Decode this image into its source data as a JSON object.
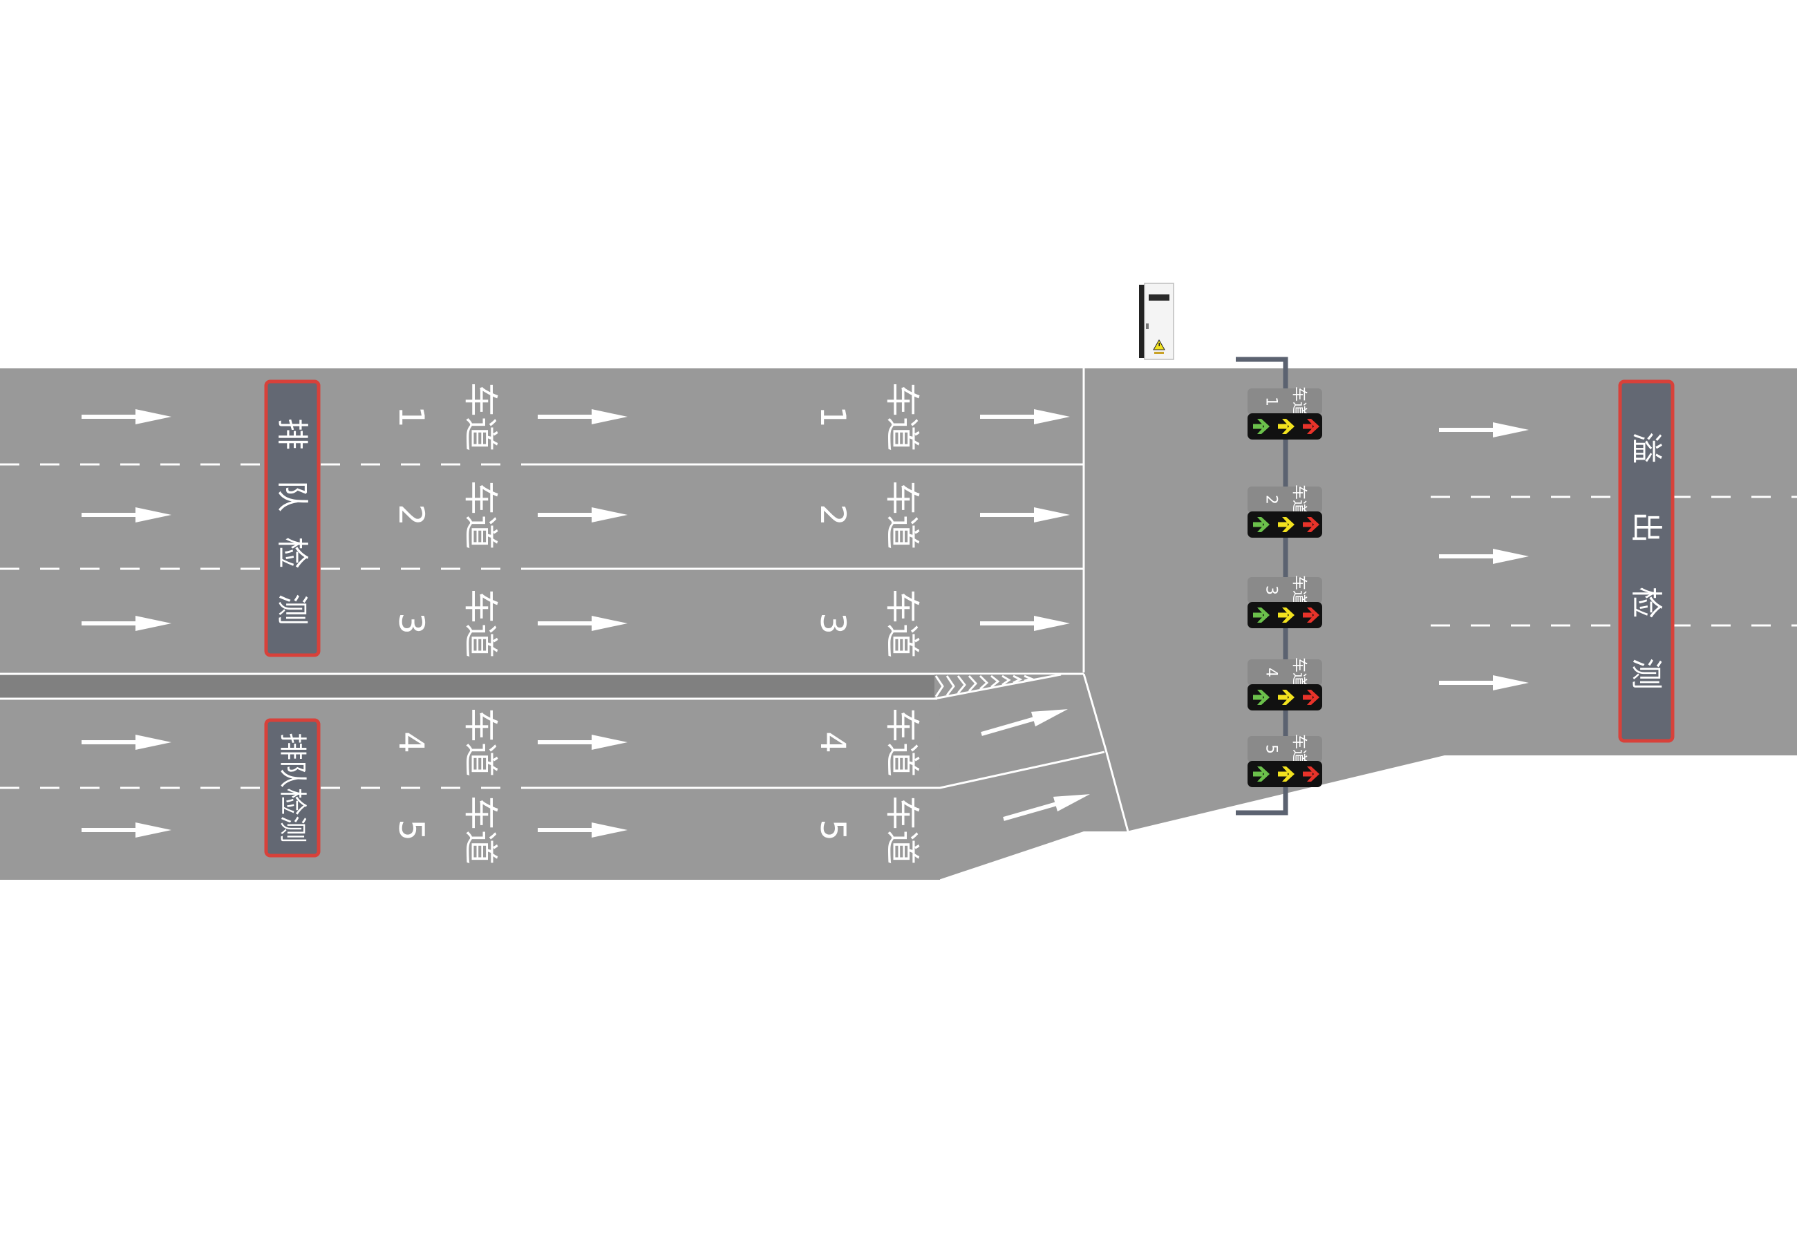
{
  "lane_word": "车道",
  "lane_numbers": [
    "1",
    "2",
    "3",
    "4",
    "5"
  ],
  "queue_zone_main": [
    "排",
    "队",
    "检",
    "测"
  ],
  "queue_zone_small": "排队检测",
  "overflow_zone": [
    "溢",
    "出",
    "检",
    "测"
  ],
  "signal_heads": [
    {
      "lane": "1",
      "arrows": [
        "green",
        "yellow",
        "red"
      ]
    },
    {
      "lane": "2",
      "arrows": [
        "green",
        "yellow",
        "red"
      ]
    },
    {
      "lane": "3",
      "arrows": [
        "green",
        "yellow",
        "red"
      ]
    },
    {
      "lane": "4",
      "arrows": [
        "green",
        "yellow",
        "red"
      ]
    },
    {
      "lane": "5",
      "arrows": [
        "green",
        "yellow",
        "red"
      ]
    }
  ],
  "colors": {
    "road": "#999999",
    "median": "#808080",
    "marking": "#ffffff",
    "zone_fill": "#636873",
    "zone_border": "#d8413a",
    "signal_body": "#111111",
    "signal_label_bg": "#8a8a8a",
    "arrow_green": "#6bc04b",
    "arrow_yellow": "#f2e21e",
    "arrow_red": "#e8332a",
    "pole": "#5b6270"
  },
  "icons": {
    "lane_arrow": "straight-arrow-icon",
    "signal_arrow": "right-arrow-icon",
    "cabinet": "control-cabinet-icon",
    "warning": "warning-triangle-icon"
  }
}
